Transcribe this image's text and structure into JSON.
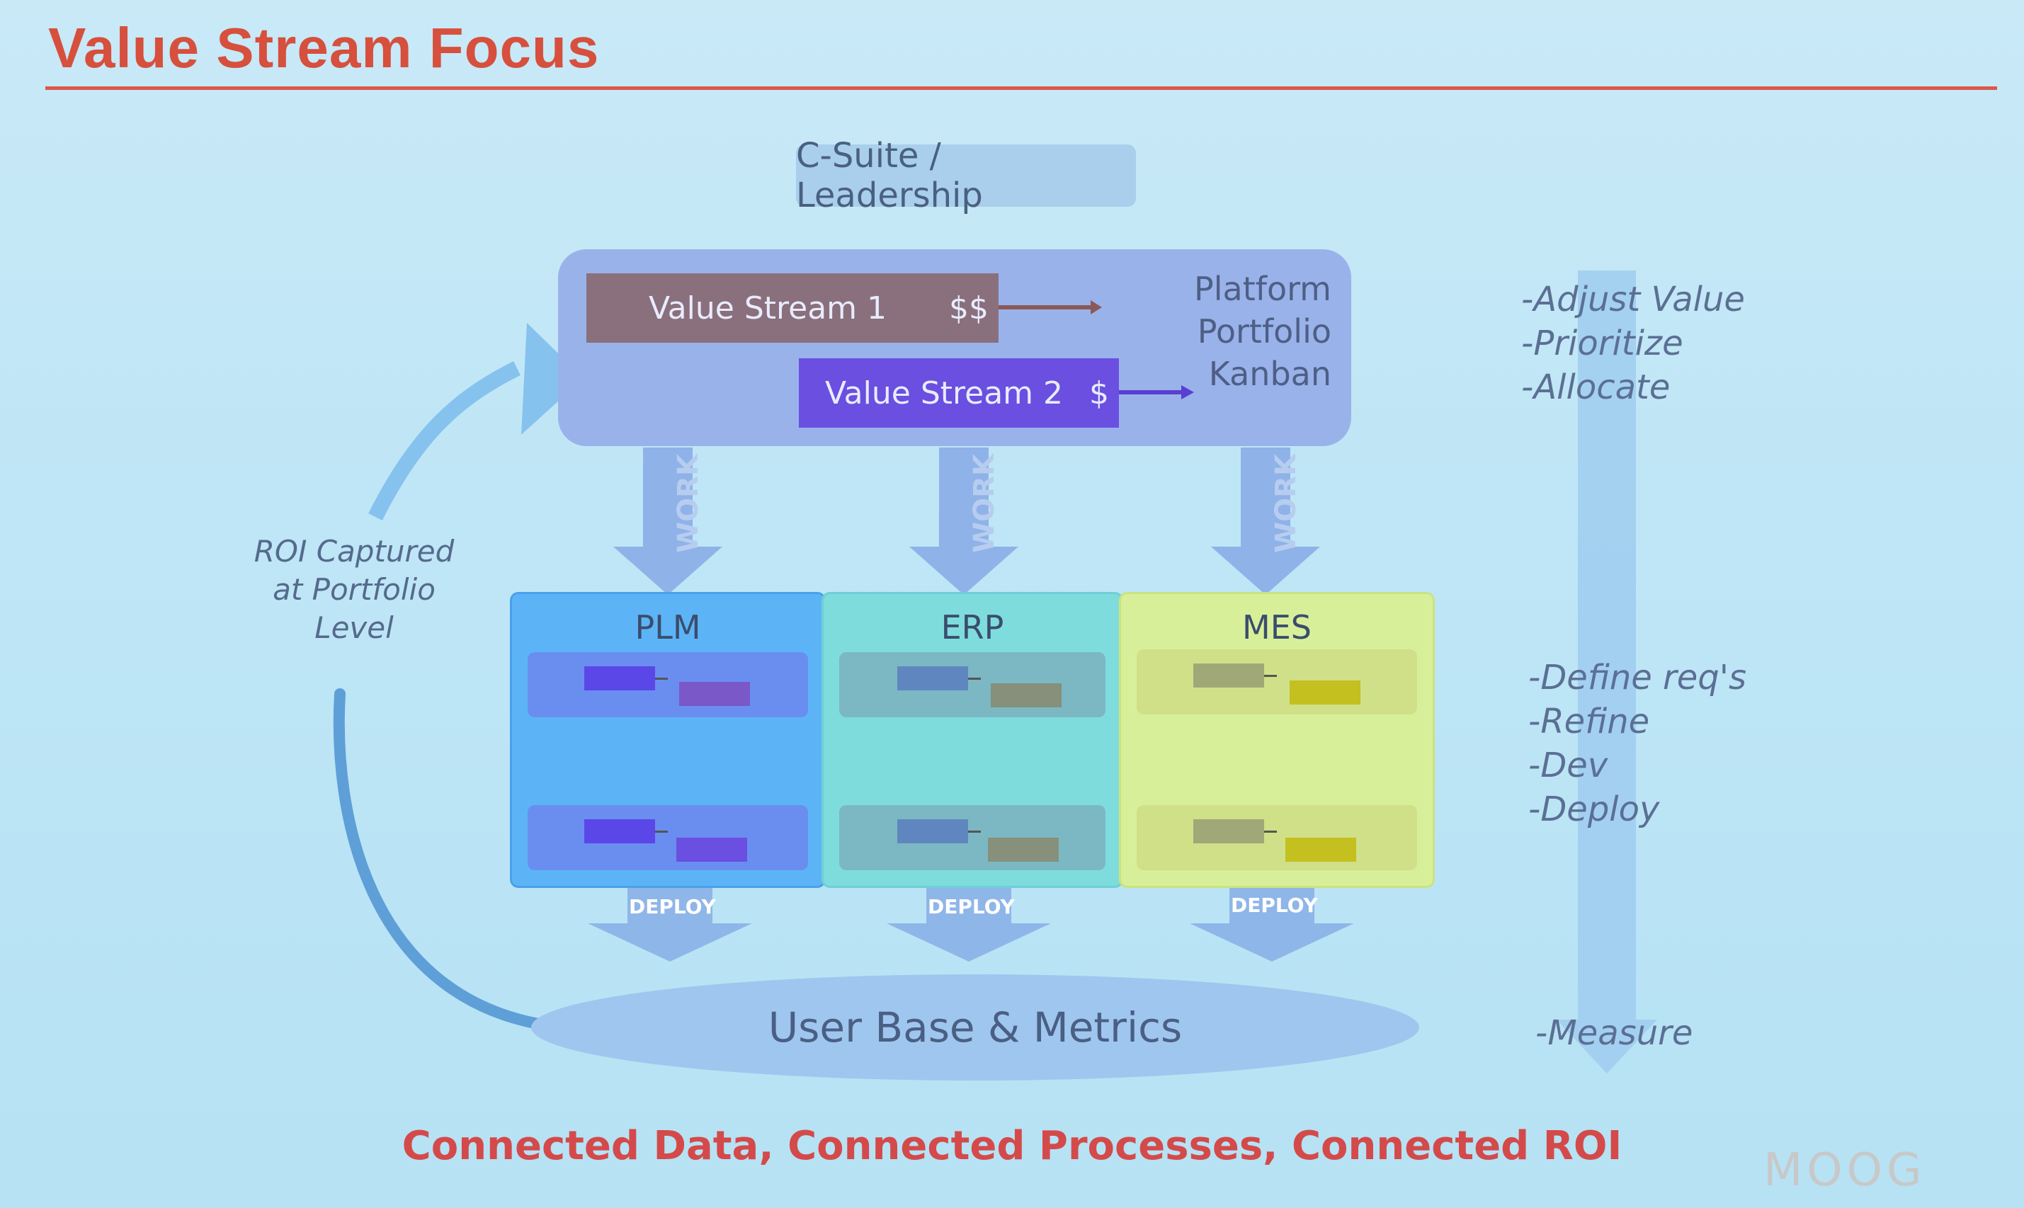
{
  "slide": {
    "title": "Value Stream Focus",
    "leadership": "C-Suite / Leadership",
    "portfolio_label": [
      "Platform",
      "Portfolio",
      "Kanban"
    ],
    "value_streams": [
      {
        "name": "Value Stream 1",
        "amount": "$$",
        "color": "#8a707c"
      },
      {
        "name": "Value Stream 2",
        "amount": "$",
        "color": "#6a4fe0"
      }
    ],
    "work_label": "WORK",
    "deploy_label": "DEPLOY",
    "systems": [
      {
        "name": "PLM",
        "color": "#5cb4f6"
      },
      {
        "name": "ERP",
        "color": "#7fdcdd"
      },
      {
        "name": "MES",
        "color": "#d8ef9a"
      }
    ],
    "user_base": "User Base & Metrics",
    "roi_label": [
      "ROI Captured",
      "at Portfolio",
      "Level"
    ],
    "side_top": [
      "-Adjust Value",
      "-Prioritize",
      "-Allocate"
    ],
    "side_mid": [
      "-Define req's",
      "-Refine",
      "-Dev",
      "-Deploy"
    ],
    "side_bottom": "-Measure",
    "tagline": "Connected Data, Connected Processes, Connected ROI",
    "logo": "MOOG"
  }
}
